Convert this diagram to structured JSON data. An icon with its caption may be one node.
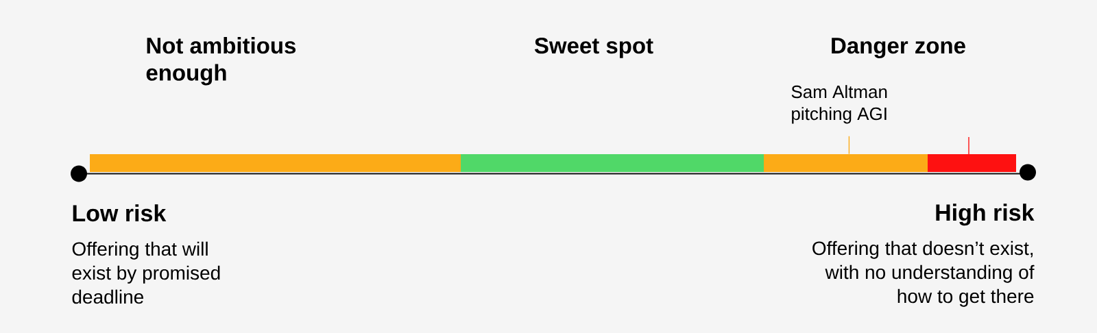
{
  "diagram": {
    "nodes": [
      {
        "text": [
          "Sam Altman pitching AGI"
        ]
      },
      {
        "text": [],
        "shape": "bar"
      },
      {
        "text": [],
        "shape": "bar"
      },
      {
        "text": [],
        "shape": "bar"
      },
      {
        "text": [],
        "shape": "bar"
      }
    ],
    "edges": [
      {
        "from": 0,
        "to": 3,
        "arrow": "none",
        "color": "#fcab17"
      }
    ],
    "labels": [
      "Not ambitious enough",
      "Sweet spot",
      "Danger zone",
      "Low risk",
      "Offering that will exist by promised deadline",
      "High risk",
      "Offering that doesn’t exist, with no understanding of how to get there"
    ]
  }
}
